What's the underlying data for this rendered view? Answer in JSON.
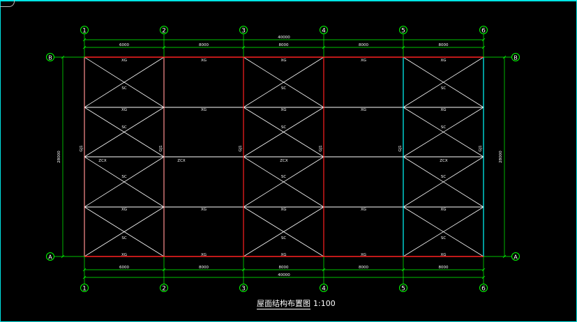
{
  "drawing": {
    "title": "屋面结构布置图",
    "scale": "1:100",
    "grid_x_labels": [
      "1",
      "2",
      "3",
      "4",
      "5",
      "6"
    ],
    "grid_y_labels": [
      "A",
      "B"
    ],
    "bay_dims_top": [
      "6000",
      "8000",
      "8000",
      "8000",
      "8000"
    ],
    "bay_dims_bottom": [
      "6000",
      "8000",
      "8000",
      "8000",
      "8000"
    ],
    "total_length": "40000",
    "span": "28000",
    "member_labels": {
      "tie": "XG",
      "brace": "SC",
      "frame": "GJ1",
      "strut": "ZCX"
    },
    "colors": {
      "background": "#000000",
      "axis": "#00ff00",
      "beam_red": "#ff2020",
      "frame_cyan": "#00ffff",
      "frame_pink": "#ff9090",
      "member": "#ffffff"
    }
  }
}
